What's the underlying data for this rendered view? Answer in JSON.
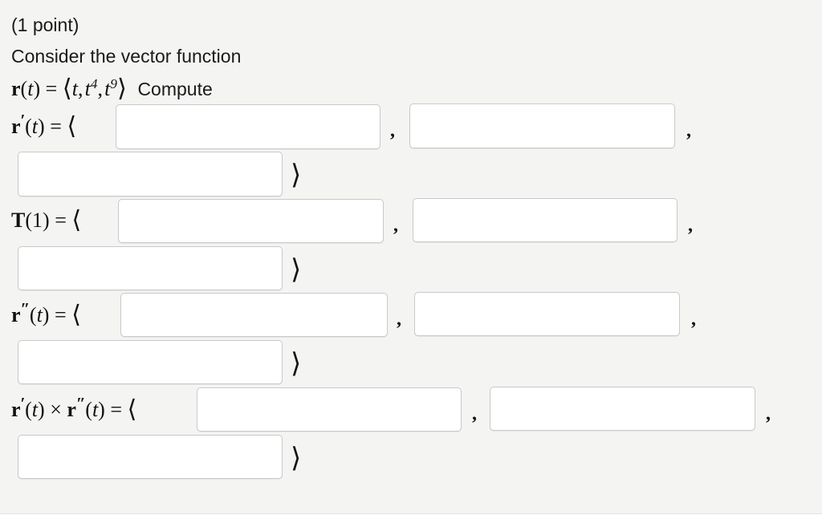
{
  "problem": {
    "points_label": "(1 point)",
    "prompt": "Consider the vector function",
    "definition": {
      "lhs_fn": "r",
      "lhs_var": "t",
      "equals": "=",
      "open_angle": "⟨",
      "components": [
        "t",
        "t",
        "t"
      ],
      "exponents": [
        "",
        "4",
        "9"
      ],
      "close_angle": "⟩",
      "trailing_word": "Compute"
    }
  },
  "parts": [
    {
      "id": "r-prime",
      "label": {
        "vector": "r",
        "primes": "′",
        "arg_open": "(",
        "arg_var": "t",
        "arg_close": ")",
        "equals": "=",
        "open_angle": "⟨"
      },
      "answers": [
        {
          "name": "r-prime-x",
          "value": "",
          "placeholder": ""
        },
        {
          "name": "r-prime-y",
          "value": "",
          "placeholder": ""
        },
        {
          "name": "r-prime-z",
          "value": "",
          "placeholder": ""
        }
      ],
      "separators": [
        ",",
        ","
      ],
      "close_angle": "⟩"
    },
    {
      "id": "T-at-1",
      "label": {
        "vector": "T",
        "primes": "",
        "arg_open": "(",
        "arg_var": "1",
        "arg_close": ")",
        "equals": "=",
        "open_angle": "⟨"
      },
      "answers": [
        {
          "name": "T1-x",
          "value": "",
          "placeholder": ""
        },
        {
          "name": "T1-y",
          "value": "",
          "placeholder": ""
        },
        {
          "name": "T1-z",
          "value": "",
          "placeholder": ""
        }
      ],
      "separators": [
        ",",
        ","
      ],
      "close_angle": "⟩"
    },
    {
      "id": "r-double-prime",
      "label": {
        "vector": "r",
        "primes": "″",
        "arg_open": "(",
        "arg_var": "t",
        "arg_close": ")",
        "equals": "=",
        "open_angle": "⟨"
      },
      "answers": [
        {
          "name": "r-dprime-x",
          "value": "",
          "placeholder": ""
        },
        {
          "name": "r-dprime-y",
          "value": "",
          "placeholder": ""
        },
        {
          "name": "r-dprime-z",
          "value": "",
          "placeholder": ""
        }
      ],
      "separators": [
        ",",
        ","
      ],
      "close_angle": "⟩"
    },
    {
      "id": "cross-product",
      "label": {
        "vector": "r",
        "primes": "′",
        "arg_open": "(",
        "arg_var": "t",
        "arg_close": ")",
        "cross": "×",
        "vector2": "r",
        "primes2": "″",
        "arg_open2": "(",
        "arg_var2": "t",
        "arg_close2": ")",
        "equals": "=",
        "open_angle": "⟨"
      },
      "answers": [
        {
          "name": "cross-x",
          "value": "",
          "placeholder": ""
        },
        {
          "name": "cross-y",
          "value": "",
          "placeholder": ""
        },
        {
          "name": "cross-z",
          "value": "",
          "placeholder": ""
        }
      ],
      "separators": [
        ",",
        ","
      ],
      "close_angle": "⟩"
    }
  ],
  "colors": {
    "page_background": "#f4f4f3",
    "input_background": "#ffffff",
    "input_border": "#c9c9c9",
    "text": "#1a1a1a",
    "divider": "#e2e2e2",
    "below_fold": "#ffffff"
  }
}
